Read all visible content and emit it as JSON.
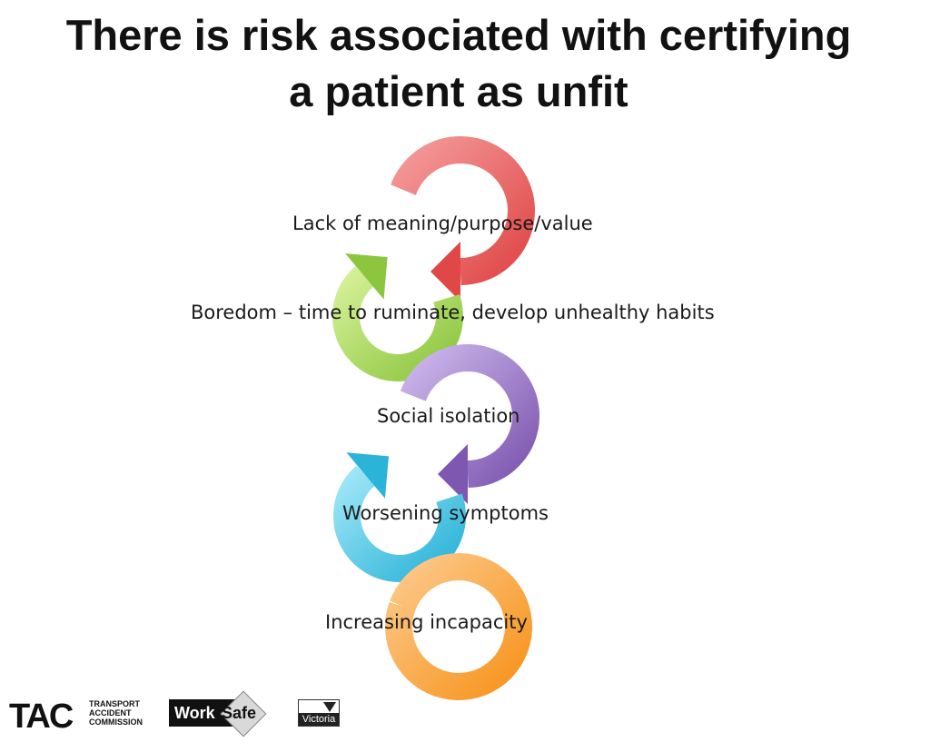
{
  "title": {
    "line1": "There is risk associated with certifying",
    "line2": "a patient as unfit"
  },
  "steps": [
    {
      "label": "Lack of meaning/purpose/value",
      "color": "#e04848",
      "light": "#f49a9a"
    },
    {
      "label": "Boredom – time to ruminate, develop unhealthy habits",
      "color": "#8cc63f",
      "light": "#d4f096"
    },
    {
      "label": "Social isolation",
      "color": "#7e57b0",
      "light": "#cbb6ea"
    },
    {
      "label": "Worsening  symptoms",
      "color": "#2bb3d8",
      "light": "#9ee6f6"
    },
    {
      "label": "Increasing incapacity",
      "color": "#f7941d",
      "light": "#fcc98a"
    }
  ],
  "footer": {
    "tac_logo": "TAC",
    "tac_text": [
      "TRANSPORT",
      "ACCIDENT",
      "COMMISSION"
    ],
    "worksafe_work": "Work",
    "worksafe_safe": "Safe",
    "victoria": "Victoria"
  }
}
